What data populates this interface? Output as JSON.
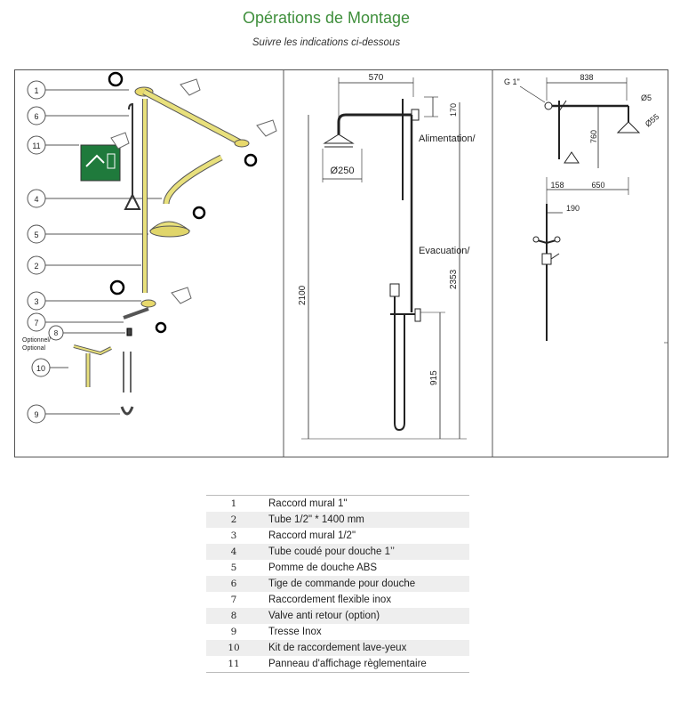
{
  "header": {
    "title": "Opérations de Montage",
    "subtitle": "Suivre les indications ci-dessous"
  },
  "exploded": {
    "callouts": [
      "1",
      "6",
      "11",
      "4",
      "5",
      "2",
      "3",
      "7",
      "8",
      "10",
      "9"
    ],
    "optional_fr": "Optionnel/",
    "optional_en": "Optional"
  },
  "side_view": {
    "dim_width": "570",
    "dim_top": "170",
    "dim_head": "Ø250",
    "dim_height": "2100",
    "dim_total": "2353",
    "dim_drain": "915",
    "label_supply": "Alimentation/",
    "label_drain": "Evacuation/"
  },
  "top_view": {
    "dim_thread": "G 1\"",
    "dim_span": "838",
    "dim_d5": "Ø5",
    "dim_d55": "Ø55",
    "dim_drop": "760",
    "dim_offset": "158",
    "dim_arm": "650",
    "dim_eyewash": "190"
  },
  "parts": [
    {
      "num": "1",
      "label": "Raccord mural 1\""
    },
    {
      "num": "2",
      "label": "Tube 1/2\" * 1400 mm"
    },
    {
      "num": "3",
      "label": "Raccord mural 1/2\""
    },
    {
      "num": "4",
      "label": "Tube coudé pour douche 1’’"
    },
    {
      "num": "5",
      "label": "Pomme de douche ABS"
    },
    {
      "num": "6",
      "label": "Tige de commande pour douche"
    },
    {
      "num": "7",
      "label": "Raccordement flexible inox"
    },
    {
      "num": "8",
      "label": "Valve anti retour (option)"
    },
    {
      "num": "9",
      "label": "Tresse Inox"
    },
    {
      "num": "10",
      "label": "Kit de raccordement lave-yeux"
    },
    {
      "num": "11",
      "label": "Panneau d'affichage règlementaire"
    }
  ]
}
